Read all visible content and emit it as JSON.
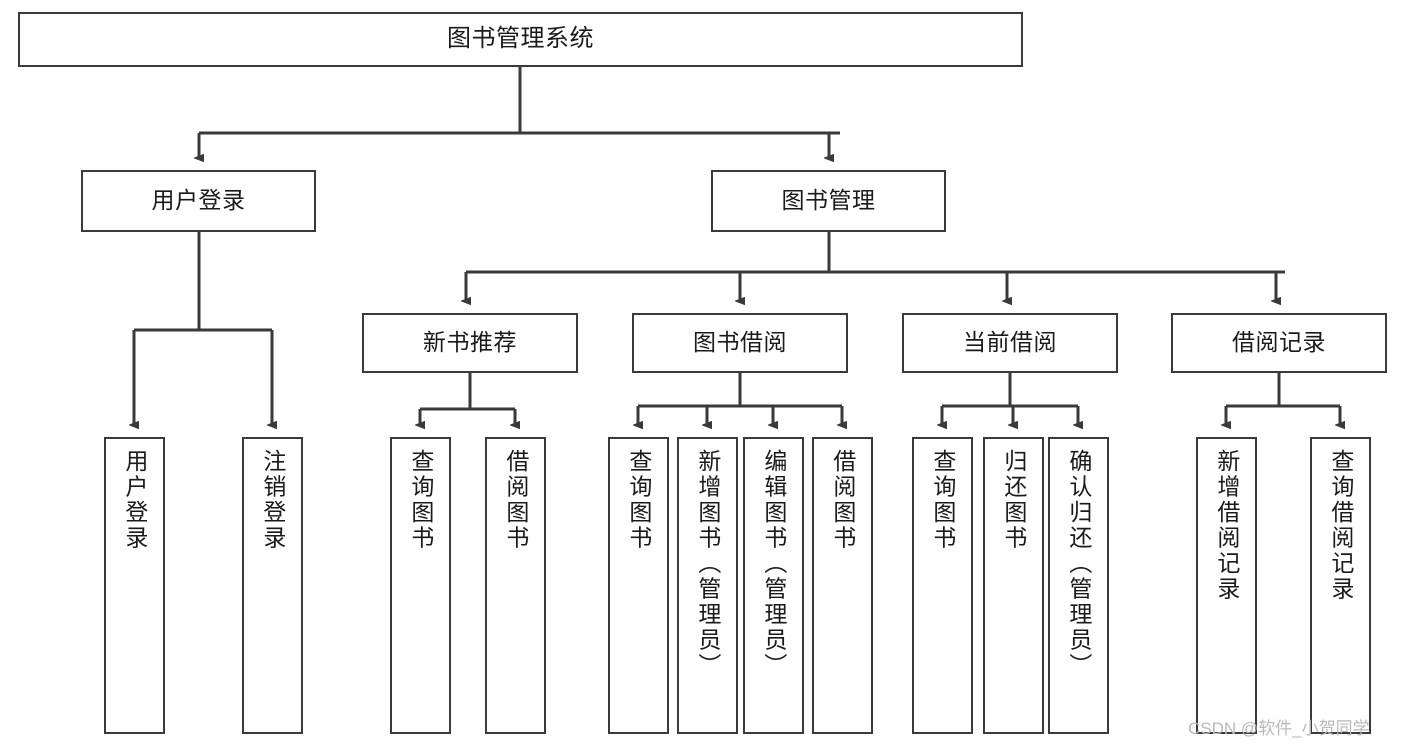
{
  "diagram": {
    "title": "图书管理系统",
    "type": "tree-hierarchy",
    "watermark": "CSDN @软件_小贺同学",
    "colors": {
      "background": "#ffffff",
      "box_border": "#3a3a3a",
      "edge": "#3a3a3a",
      "text": "#1a1a1a",
      "watermark": "#b9b9b9"
    },
    "nodes": {
      "root": {
        "label": "图书管理系统"
      },
      "level2": [
        {
          "id": "user-login",
          "label": "用户登录"
        },
        {
          "id": "book-management",
          "label": "图书管理"
        }
      ],
      "level3": [
        {
          "id": "new-book-recommend",
          "label": "新书推荐"
        },
        {
          "id": "book-borrow",
          "label": "图书借阅"
        },
        {
          "id": "current-borrow",
          "label": "当前借阅"
        },
        {
          "id": "borrow-record",
          "label": "借阅记录"
        }
      ],
      "leaves": {
        "user-login": [
          {
            "id": "leaf-user-login",
            "label": "用户登录"
          },
          {
            "id": "leaf-logout-login",
            "label": "注销登录"
          }
        ],
        "new-book-recommend": [
          {
            "id": "leaf-query-book-1",
            "label": "查询图书"
          },
          {
            "id": "leaf-borrow-book-1",
            "label": "借阅图书"
          }
        ],
        "book-borrow": [
          {
            "id": "leaf-query-book-2",
            "label": "查询图书"
          },
          {
            "id": "leaf-add-book",
            "label": "新增图书（管理员）"
          },
          {
            "id": "leaf-edit-book",
            "label": "编辑图书（管理员）"
          },
          {
            "id": "leaf-borrow-book-2",
            "label": "借阅图书"
          }
        ],
        "current-borrow": [
          {
            "id": "leaf-query-book-3",
            "label": "查询图书"
          },
          {
            "id": "leaf-return-book",
            "label": "归还图书"
          },
          {
            "id": "leaf-confirm-return",
            "label": "确认归还（管理员）"
          }
        ],
        "borrow-record": [
          {
            "id": "leaf-add-record",
            "label": "新增借阅记录"
          },
          {
            "id": "leaf-query-record",
            "label": "查询借阅记录"
          }
        ]
      }
    }
  }
}
